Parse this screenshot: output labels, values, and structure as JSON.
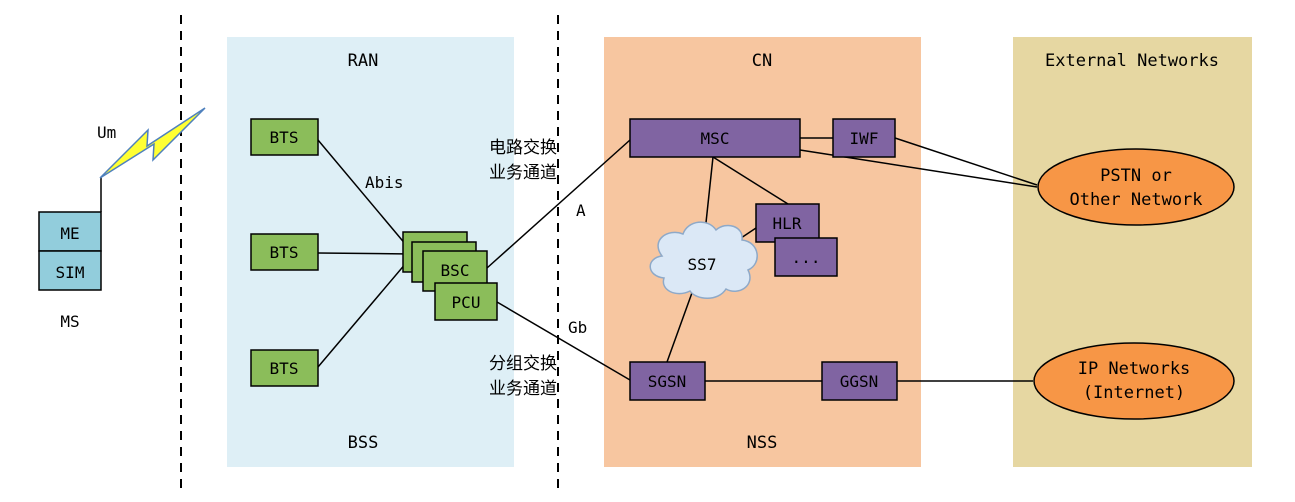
{
  "regions": {
    "ran": {
      "title": "RAN",
      "footer": "BSS"
    },
    "cn": {
      "title": "CN",
      "footer": "NSS"
    },
    "external": {
      "title": "External Networks"
    }
  },
  "nodes": {
    "ms_label": "MS",
    "me": "ME",
    "sim": "SIM",
    "bts1": "BTS",
    "bts2": "BTS",
    "bts3": "BTS",
    "bsc": "BSC",
    "pcu": "PCU",
    "msc": "MSC",
    "iwf": "IWF",
    "hlr": "HLR",
    "more": "...",
    "ss7": "SS7",
    "sgsn": "SGSN",
    "ggsn": "GGSN",
    "pstn_line1": "PSTN or",
    "pstn_line2": "Other Network",
    "ip_line1": "IP Networks",
    "ip_line2": "(Internet)"
  },
  "interfaces": {
    "um": "Um",
    "abis": "Abis",
    "a": "A",
    "gb": "Gb",
    "circuit_line1": "电路交换",
    "circuit_line2": "业务通道",
    "packet_line1": "分组交换",
    "packet_line2": "业务通道"
  },
  "colors": {
    "ran_bg": "#deeff6",
    "cn_bg": "#f7c6a0",
    "ext_bg": "#e6d7a2",
    "green_box": "#8bbd5a",
    "purple_box": "#8064a2",
    "ms_box": "#92cddc",
    "orange_oval": "#f79646",
    "cloud": "#dbe8f6",
    "lightning": "#ffff33",
    "lightning_edge": "#4f81bd"
  }
}
